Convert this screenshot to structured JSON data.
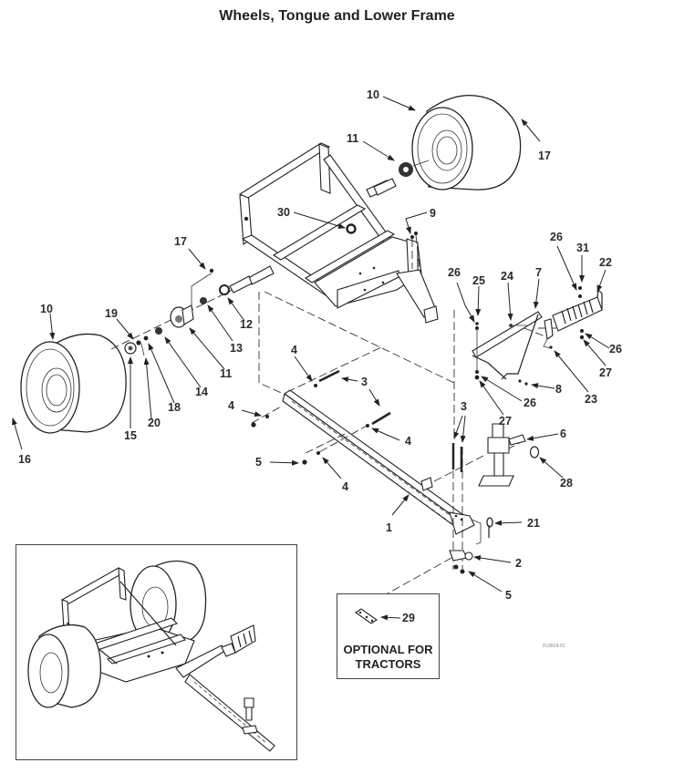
{
  "document": {
    "title": "Wheels, Tongue and Lower Frame",
    "drawing_code": "PL8828-01"
  },
  "optional_box": {
    "line1": "OPTIONAL FOR",
    "line2": "TRACTORS",
    "part_label": "29"
  },
  "callouts": [
    {
      "id": "c10a",
      "label": "10",
      "part": "wheel-assembly"
    },
    {
      "id": "c17a",
      "label": "17",
      "part": "wheel-bolt"
    },
    {
      "id": "c11a",
      "label": "11",
      "part": "hub"
    },
    {
      "id": "c30",
      "label": "30",
      "part": "washer"
    },
    {
      "id": "c9",
      "label": "9",
      "part": "fastener"
    },
    {
      "id": "c17b",
      "label": "17",
      "part": "wheel-bolt"
    },
    {
      "id": "c10b",
      "label": "10",
      "part": "wheel-assembly"
    },
    {
      "id": "c19",
      "label": "19",
      "part": "cotter-pin"
    },
    {
      "id": "c12",
      "label": "12",
      "part": "seal"
    },
    {
      "id": "c13",
      "label": "13",
      "part": "bearing"
    },
    {
      "id": "c11b",
      "label": "11",
      "part": "hub"
    },
    {
      "id": "c14",
      "label": "14",
      "part": "bearing"
    },
    {
      "id": "c18",
      "label": "18",
      "part": "washer"
    },
    {
      "id": "c20",
      "label": "20",
      "part": "nut"
    },
    {
      "id": "c15",
      "label": "15",
      "part": "dust-cap"
    },
    {
      "id": "c16",
      "label": "16",
      "part": "lug-nut"
    },
    {
      "id": "c4a",
      "label": "4",
      "part": "washer"
    },
    {
      "id": "c3a",
      "label": "3",
      "part": "bolt"
    },
    {
      "id": "c4b",
      "label": "4",
      "part": "washer"
    },
    {
      "id": "c4c",
      "label": "4",
      "part": "washer"
    },
    {
      "id": "c5a",
      "label": "5",
      "part": "nut"
    },
    {
      "id": "c4d",
      "label": "4",
      "part": "washer"
    },
    {
      "id": "c1",
      "label": "1",
      "part": "tongue"
    },
    {
      "id": "c3b",
      "label": "3",
      "part": "bolt"
    },
    {
      "id": "c26a",
      "label": "26",
      "part": "washer"
    },
    {
      "id": "c25",
      "label": "25",
      "part": "bolt"
    },
    {
      "id": "c24",
      "label": "24",
      "part": "bolt"
    },
    {
      "id": "c7",
      "label": "7",
      "part": "step-bracket"
    },
    {
      "id": "c26b",
      "label": "26",
      "part": "washer"
    },
    {
      "id": "c31",
      "label": "31",
      "part": "bolt"
    },
    {
      "id": "c22",
      "label": "22",
      "part": "step"
    },
    {
      "id": "c26c",
      "label": "26",
      "part": "washer"
    },
    {
      "id": "c27a",
      "label": "27",
      "part": "nut"
    },
    {
      "id": "c23",
      "label": "23",
      "part": "bolt"
    },
    {
      "id": "c8",
      "label": "8",
      "part": "nut"
    },
    {
      "id": "c26d",
      "label": "26",
      "part": "washer"
    },
    {
      "id": "c27b",
      "label": "27",
      "part": "nut"
    },
    {
      "id": "c6",
      "label": "6",
      "part": "jack"
    },
    {
      "id": "c28",
      "label": "28",
      "part": "ring"
    },
    {
      "id": "c21",
      "label": "21",
      "part": "pin"
    },
    {
      "id": "c2",
      "label": "2",
      "part": "hitch-plate"
    },
    {
      "id": "c5b",
      "label": "5",
      "part": "nut"
    }
  ]
}
